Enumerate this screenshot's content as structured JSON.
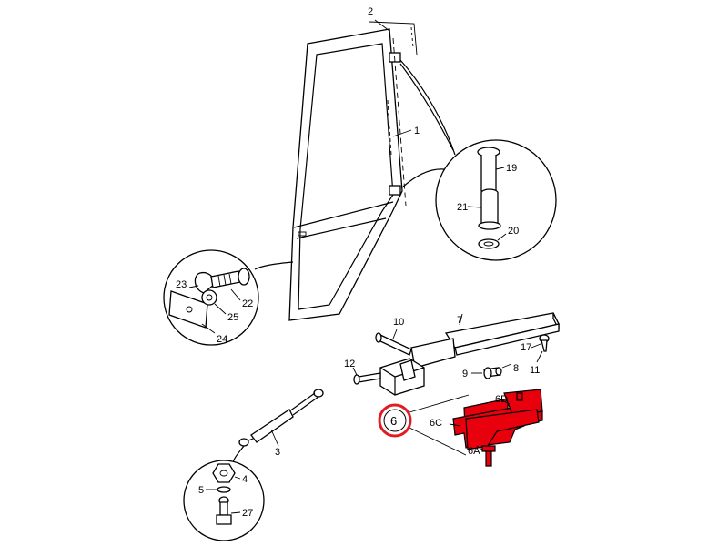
{
  "colors": {
    "highlight": "#e8000d",
    "callout_ring": "#e21b22",
    "line": "#000000",
    "background": "#ffffff"
  },
  "callouts": {
    "selected": "6",
    "door_frame": "1",
    "door_glass": "2",
    "gas_strut": "3",
    "nut": "4",
    "washer": "5",
    "latch_6a": "6A",
    "latch_6c": "6C",
    "latch_6d": "6D",
    "handle_bar": "7",
    "pin": "8",
    "bolt_9": "9",
    "bolt_10": "10",
    "screw_11": "11",
    "bolt_12": "12",
    "clip_17": "17",
    "hinge_pin": "19",
    "bushing_washer": "20",
    "hinge_bushing": "21",
    "bolt_22": "22",
    "clamp_23": "23",
    "plate_24": "24",
    "washer_25": "25",
    "ball_stud": "27"
  }
}
